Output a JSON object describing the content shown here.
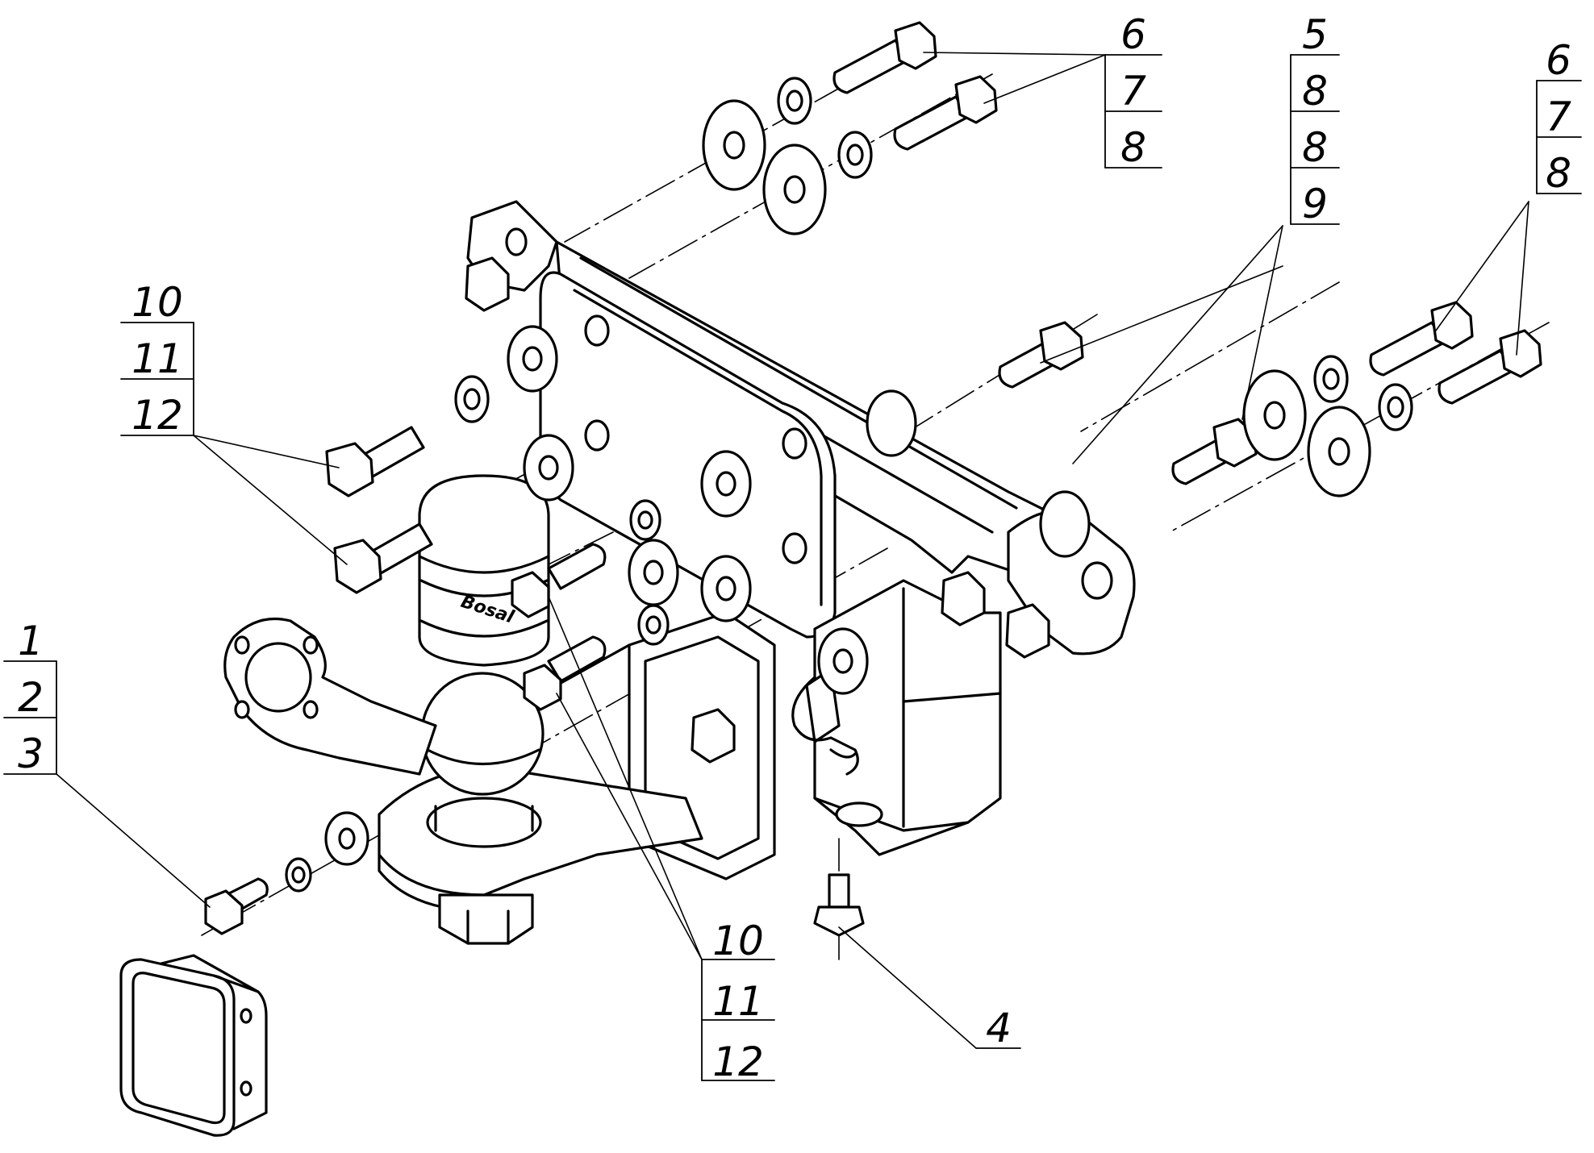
{
  "diagram": {
    "type": "exploded-assembly-drawing",
    "ink_color": "#000000",
    "background_color": "#ffffff",
    "ball_cover_text": "Bosal",
    "callouts": [
      {
        "id": "c-top-middle",
        "labels": [
          "6",
          "7",
          "8"
        ]
      },
      {
        "id": "c-top-center-right",
        "labels": [
          "5",
          "8",
          "8",
          "9"
        ]
      },
      {
        "id": "c-top-right",
        "labels": [
          "6",
          "7",
          "8"
        ]
      },
      {
        "id": "c-left-upper",
        "labels": [
          "10",
          "11",
          "12"
        ]
      },
      {
        "id": "c-left-lower",
        "labels": [
          "1",
          "2",
          "3"
        ]
      },
      {
        "id": "c-bottom-center",
        "labels": [
          "10",
          "11",
          "12"
        ]
      },
      {
        "id": "c-bottom-right",
        "labels": [
          "4"
        ]
      }
    ]
  }
}
